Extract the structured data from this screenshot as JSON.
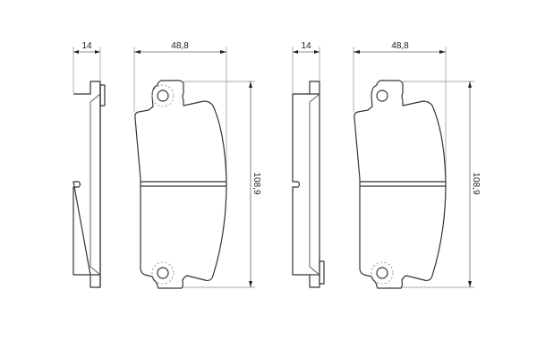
{
  "drawing": {
    "subject": "brake pad set technical drawing",
    "line_color": "#333333",
    "dimension_color": "#666666",
    "extension_color": "#aaaaaa"
  },
  "left_pad": {
    "side_view": {
      "thickness_label": "14"
    },
    "front_view": {
      "width_label": "48,8",
      "height_label": "108,9",
      "wear_indicator_circle": "top-and-bottom"
    }
  },
  "right_pad": {
    "side_view": {
      "thickness_label": "14"
    },
    "front_view": {
      "width_label": "48,8",
      "height_label": "108,9",
      "wear_indicator_circle": "bottom"
    }
  }
}
